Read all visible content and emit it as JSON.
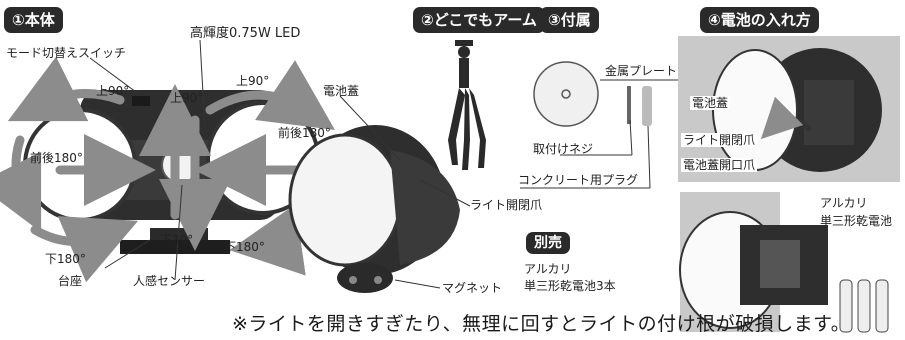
{
  "sections": {
    "main_body": "①本体",
    "arm": "②どこでもアーム",
    "accessories": "③付属",
    "battery": "④電池の入れ方",
    "sold_separately": "別売"
  },
  "main_labels": {
    "mode_switch": "モード切替えスイッチ",
    "led": "高輝度0.75W LED",
    "up90_left": "上90°",
    "up90_mid": "上90°",
    "up90_right": "上90°",
    "fb180_left": "前後180°",
    "fb180_right": "前後180°",
    "down180_left": "下180°",
    "down30": "下30°",
    "down180_right": "下180°",
    "base": "台座",
    "sensor": "人感センサー"
  },
  "detail_labels": {
    "battery_cover": "電池蓋",
    "light_latch": "ライト開閉爪",
    "magnet": "マグネット"
  },
  "accessory_labels": {
    "metal_plate": "金属プレート",
    "screw": "取付けネジ",
    "concrete_plug": "コンクリート用プラグ"
  },
  "separate": {
    "line1": "アルカリ",
    "line2": "単三形乾電池3本"
  },
  "battery_labels": {
    "cover": "電池蓋",
    "latch": "ライト開閉爪",
    "cover_latch": "電池蓋開口爪",
    "alkaline": "アルカリ",
    "aa": "単三形乾電池"
  },
  "warning": "※ライトを開きすぎたり、無理に回すとライトの付け根が破損します。",
  "colors": {
    "header_bg": "#2a2a2a",
    "arrow_gray": "#8c8c8c",
    "dark_body": "#2e2e2e",
    "photo_bg": "#c9c9c9"
  }
}
